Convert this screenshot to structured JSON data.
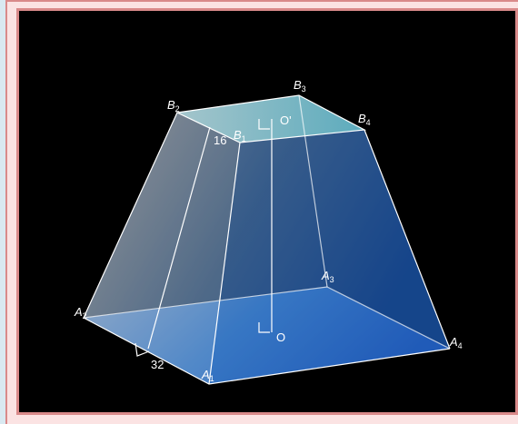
{
  "colors": {
    "background": "#000000",
    "frame_border": "#d98a8a",
    "page_background": "#d9e9f1",
    "edge": "#ffffff",
    "top_face": "#6bb7c4",
    "bottom_face": "#2a74d6"
  },
  "labels": {
    "B1": {
      "letter": "B",
      "sub": "1"
    },
    "B2": {
      "letter": "B",
      "sub": "2"
    },
    "B3": {
      "letter": "B",
      "sub": "3"
    },
    "B4": {
      "letter": "B",
      "sub": "4"
    },
    "A1": {
      "letter": "A",
      "sub": "1"
    },
    "A2": {
      "letter": "A",
      "sub": "2"
    },
    "A3": {
      "letter": "A",
      "sub": "3"
    },
    "A4": {
      "letter": "A",
      "sub": "4"
    },
    "O_top": "O'",
    "O_bottom": "O"
  },
  "measures": {
    "top_edge": "16",
    "bottom_edge": "32"
  }
}
